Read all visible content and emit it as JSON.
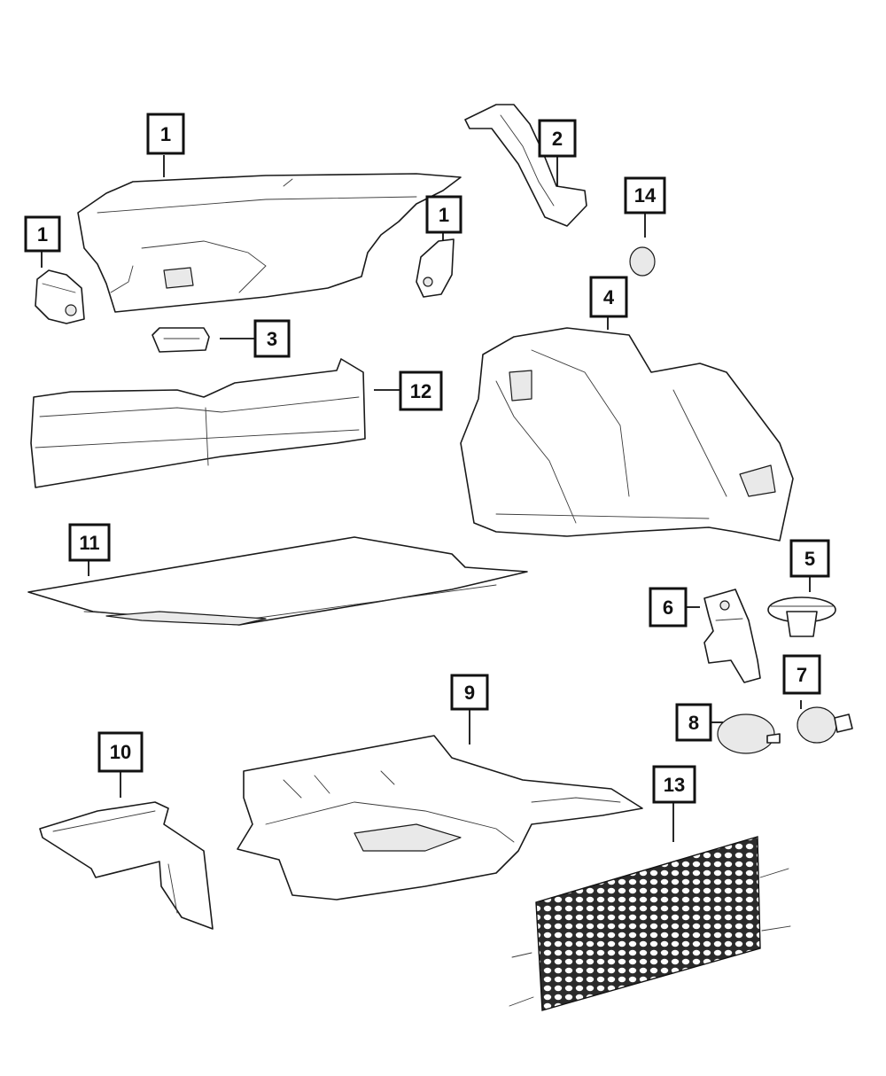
{
  "callouts": [
    {
      "id": "c1a",
      "label": "1"
    },
    {
      "id": "c1b",
      "label": "1"
    },
    {
      "id": "c1c",
      "label": "1"
    },
    {
      "id": "c2",
      "label": "2"
    },
    {
      "id": "c3",
      "label": "3"
    },
    {
      "id": "c4",
      "label": "4"
    },
    {
      "id": "c5",
      "label": "5"
    },
    {
      "id": "c6",
      "label": "6"
    },
    {
      "id": "c7",
      "label": "7"
    },
    {
      "id": "c8",
      "label": "8"
    },
    {
      "id": "c9",
      "label": "9"
    },
    {
      "id": "c10",
      "label": "10"
    },
    {
      "id": "c11",
      "label": "11"
    },
    {
      "id": "c12",
      "label": "12"
    },
    {
      "id": "c13",
      "label": "13"
    },
    {
      "id": "c14",
      "label": "14"
    }
  ]
}
